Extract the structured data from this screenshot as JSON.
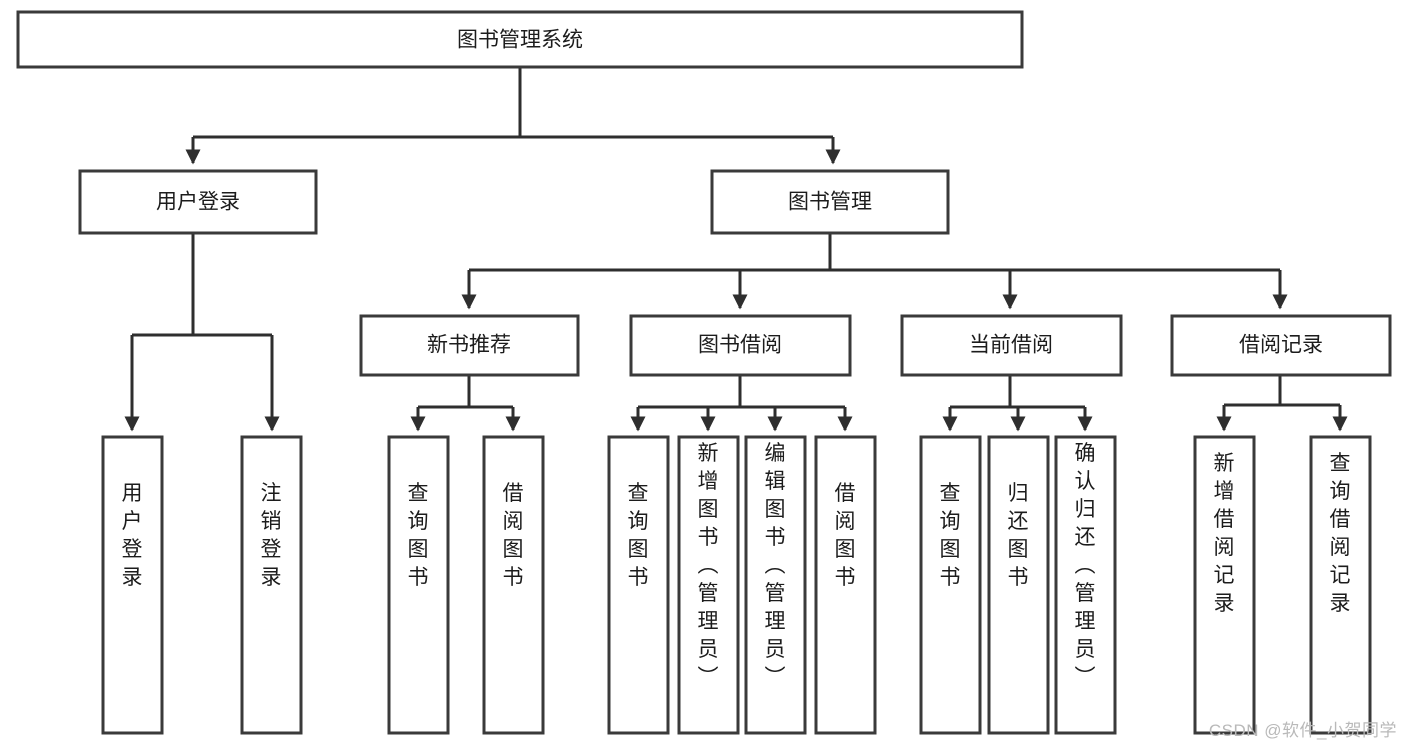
{
  "diagram": {
    "type": "tree-hierarchy-chart",
    "title": "图书管理系统",
    "watermark": "CSDN @软件_小贺同学",
    "nodes": {
      "root": {
        "label": "图书管理系统"
      },
      "level2": [
        {
          "id": "user-login",
          "label": "用户登录"
        },
        {
          "id": "book-management",
          "label": "图书管理"
        }
      ],
      "level3": [
        {
          "id": "new-book-recommend",
          "label": "新书推荐"
        },
        {
          "id": "book-borrow",
          "label": "图书借阅"
        },
        {
          "id": "current-borrow",
          "label": "当前借阅"
        },
        {
          "id": "borrow-record",
          "label": "借阅记录"
        }
      ],
      "leaves": {
        "user-login": [
          {
            "id": "leaf-user-login",
            "label": "用户登录"
          },
          {
            "id": "leaf-logout",
            "label": "注销登录"
          }
        ],
        "new-book-recommend": [
          {
            "id": "leaf-query-book-1",
            "label": "查询图书"
          },
          {
            "id": "leaf-borrow-book-1",
            "label": "借阅图书"
          }
        ],
        "book-borrow": [
          {
            "id": "leaf-query-book-2",
            "label": "查询图书"
          },
          {
            "id": "leaf-add-book",
            "label": "新增图书（管理员）"
          },
          {
            "id": "leaf-edit-book",
            "label": "编辑图书（管理员）"
          },
          {
            "id": "leaf-borrow-book-2",
            "label": "借阅图书"
          }
        ],
        "current-borrow": [
          {
            "id": "leaf-query-book-3",
            "label": "查询图书"
          },
          {
            "id": "leaf-return-book",
            "label": "归还图书"
          },
          {
            "id": "leaf-confirm-return",
            "label": "确认归还（管理员）"
          }
        ],
        "borrow-record": [
          {
            "id": "leaf-add-record",
            "label": "新增借阅记录"
          },
          {
            "id": "leaf-query-record",
            "label": "查询借阅记录"
          }
        ]
      }
    },
    "colors": {
      "box_stroke": "#3a3a3a",
      "box_fill": "#ffffff",
      "connector": "#2e2e2e",
      "text": "#1c1c1c",
      "watermark": "#b9b9b9"
    }
  }
}
